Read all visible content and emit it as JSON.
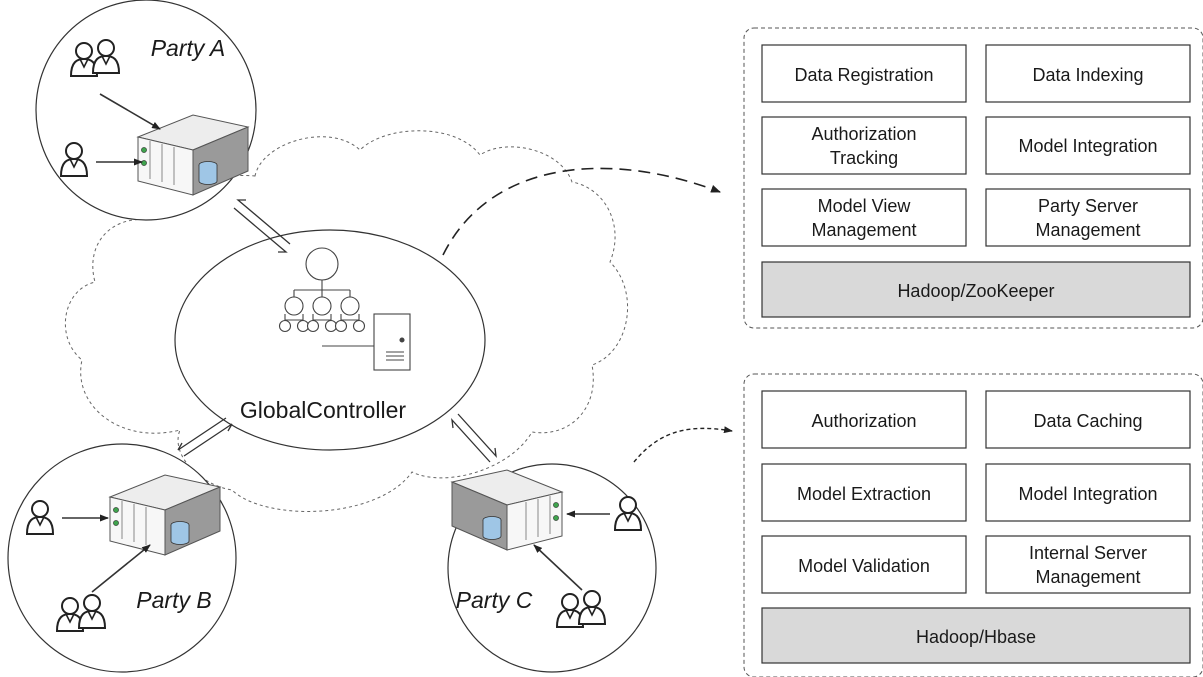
{
  "controller": {
    "label": "GlobalController"
  },
  "parties": [
    {
      "key": "a",
      "label": "Party A"
    },
    {
      "key": "b",
      "label": "Party B"
    },
    {
      "key": "c",
      "label": "Party C"
    }
  ],
  "panels": [
    {
      "key": "top",
      "modules": [
        "Data Registration",
        "Data Indexing",
        "Authorization\nTracking",
        "Model Integration",
        "Model View\nManagement",
        "Party Server\nManagement"
      ],
      "base": "Hadoop/ZooKeeper"
    },
    {
      "key": "bottom",
      "modules": [
        "Authorization",
        "Data Caching",
        "Model Extraction",
        "Model Integration",
        "Model Validation",
        "Internal Server\nManagement"
      ],
      "base": "Hadoop/Hbase"
    }
  ]
}
